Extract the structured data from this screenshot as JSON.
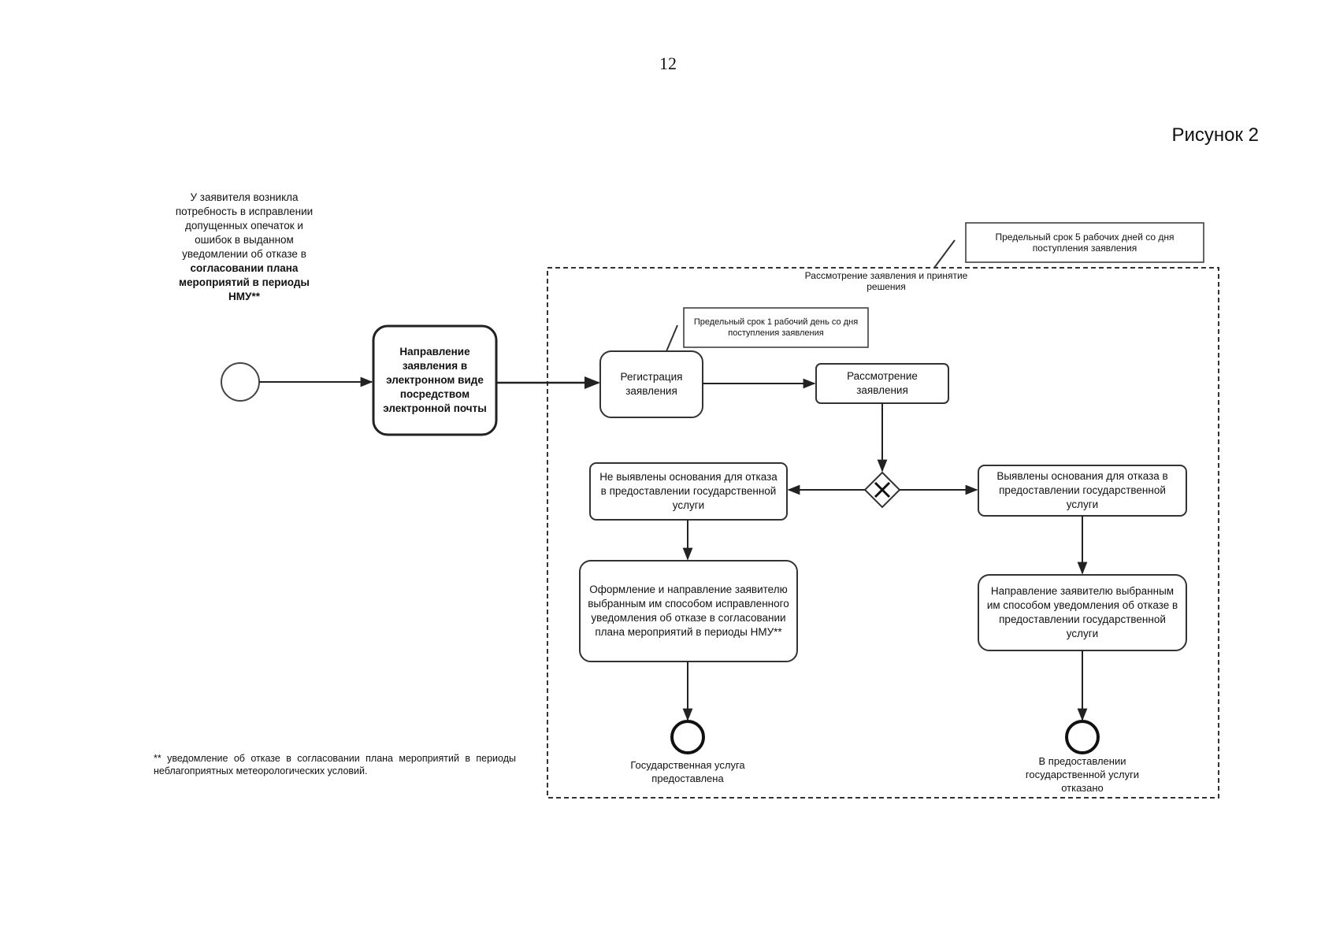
{
  "page": {
    "number": "12",
    "figure_label": "Рисунок 2"
  },
  "diagram": {
    "start_event": {
      "text_regular": "У заявителя возникла потребность в исправлении допущенных опечаток и ошибок в выданном уведомлении об отказе в",
      "text_bold": "согласовании плана мероприятий в периоды НМУ**"
    },
    "tasks": {
      "send_application": "Направление заявления в электронном виде посредством электронной почты",
      "registration": "Регистрация заявления",
      "review": "Рассмотрение заявления",
      "no_grounds": "Не выявлены основания для отказа в предоставлении государственной услуги",
      "grounds_found": "Выявлены основания для отказа в предоставлении государственной услуги",
      "issue_correction": "Оформление и направление заявителю выбранным им способом исправленного уведомления об отказе в согласовании плана мероприятий в периоды НМУ**",
      "send_refusal": "Направление заявителю выбранным им способом уведомления об отказе в предоставлении государственной услуги"
    },
    "group_label": "Рассмотрение заявления и принятие решения",
    "annotations": {
      "group_deadline": "Предельный срок 5 рабочих дней со дня поступления заявления",
      "registration_deadline": "Предельный срок 1 рабочий день со дня поступления заявления"
    },
    "end_events": {
      "service_provided": "Государственная услуга предоставлена",
      "service_refused": "В предоставлении государственной услуги отказано"
    },
    "gateway": {
      "type": "exclusive",
      "icon": "x-gateway-icon"
    }
  },
  "footnote": "** уведомление об отказе в согласовании плана мероприятий в периоды неблагоприятных метеорологических условий."
}
